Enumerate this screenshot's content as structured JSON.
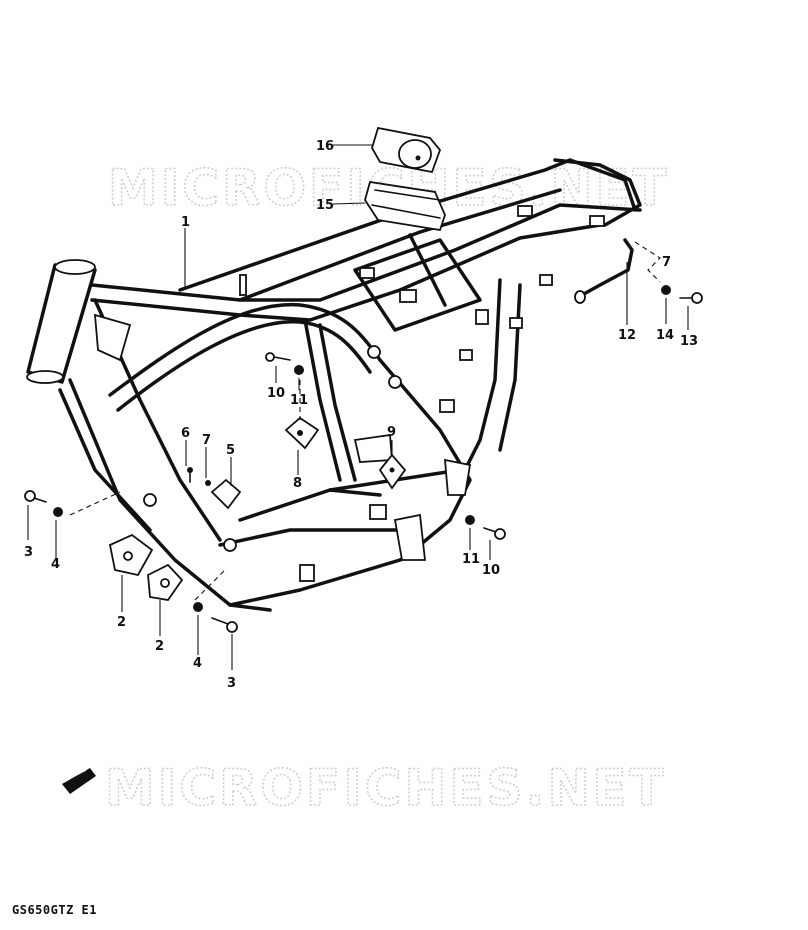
{
  "diagram": {
    "watermarks": [
      "MICROFICHES.NET",
      "MICROFICHES.NET"
    ],
    "model_code": "GS650GTZ E1",
    "callouts": [
      {
        "id": "c16",
        "number": "16"
      },
      {
        "id": "c15",
        "number": "15"
      },
      {
        "id": "c1",
        "number": "1"
      },
      {
        "id": "c7a",
        "number": "7"
      },
      {
        "id": "c12",
        "number": "12"
      },
      {
        "id": "c14",
        "number": "14"
      },
      {
        "id": "c13",
        "number": "13"
      },
      {
        "id": "c10a",
        "number": "10"
      },
      {
        "id": "c11a",
        "number": "11"
      },
      {
        "id": "c6",
        "number": "6"
      },
      {
        "id": "c7b",
        "number": "7"
      },
      {
        "id": "c5",
        "number": "5"
      },
      {
        "id": "c9",
        "number": "9"
      },
      {
        "id": "c8",
        "number": "8"
      },
      {
        "id": "c3a",
        "number": "3"
      },
      {
        "id": "c4a",
        "number": "4"
      },
      {
        "id": "c11b",
        "number": "11"
      },
      {
        "id": "c10b",
        "number": "10"
      },
      {
        "id": "c2a",
        "number": "2"
      },
      {
        "id": "c2b",
        "number": "2"
      },
      {
        "id": "c4b",
        "number": "4"
      },
      {
        "id": "c3b",
        "number": "3"
      }
    ]
  }
}
